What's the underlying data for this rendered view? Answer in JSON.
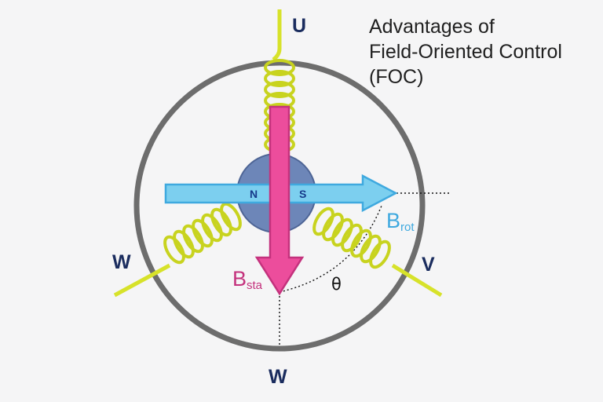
{
  "title": {
    "line1": "Advantages of",
    "line2": "Field-Oriented Control",
    "line3": "(FOC)"
  },
  "phases": {
    "u": "U",
    "v": "V",
    "w_left": "W",
    "w_bottom": "W"
  },
  "fields": {
    "stator": {
      "base": "B",
      "sub": "sta"
    },
    "rotor": {
      "base": "B",
      "sub": "rot"
    }
  },
  "poles": {
    "north": "N",
    "south": "S"
  },
  "angle": "θ",
  "colors": {
    "stator_arrow": "#ec4d9c",
    "rotor_arrow": "#7ccfef",
    "rotor_core": "#6d86b8",
    "coil": "#d7e22a",
    "housing": "#6d6d6d",
    "phase_label": "#1a2c5e",
    "stator_label": "#c4327d",
    "rotor_label": "#3fa9df"
  }
}
